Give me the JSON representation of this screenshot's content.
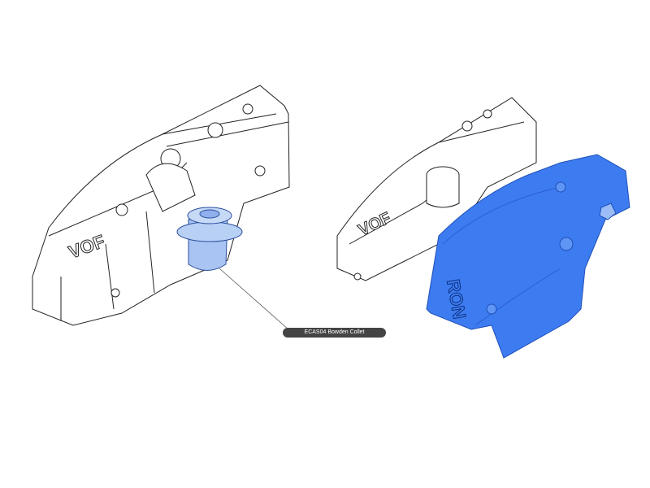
{
  "callout": {
    "label": "ECAS04 Bowden Collet"
  },
  "parts": {
    "left_engraving": "VOF",
    "right_engraving_front": "VOF",
    "right_engraving_highlight": "RON"
  },
  "colors": {
    "highlight": "#3d7cf0",
    "collet": "#a9c4f2",
    "outline": "#222222"
  }
}
